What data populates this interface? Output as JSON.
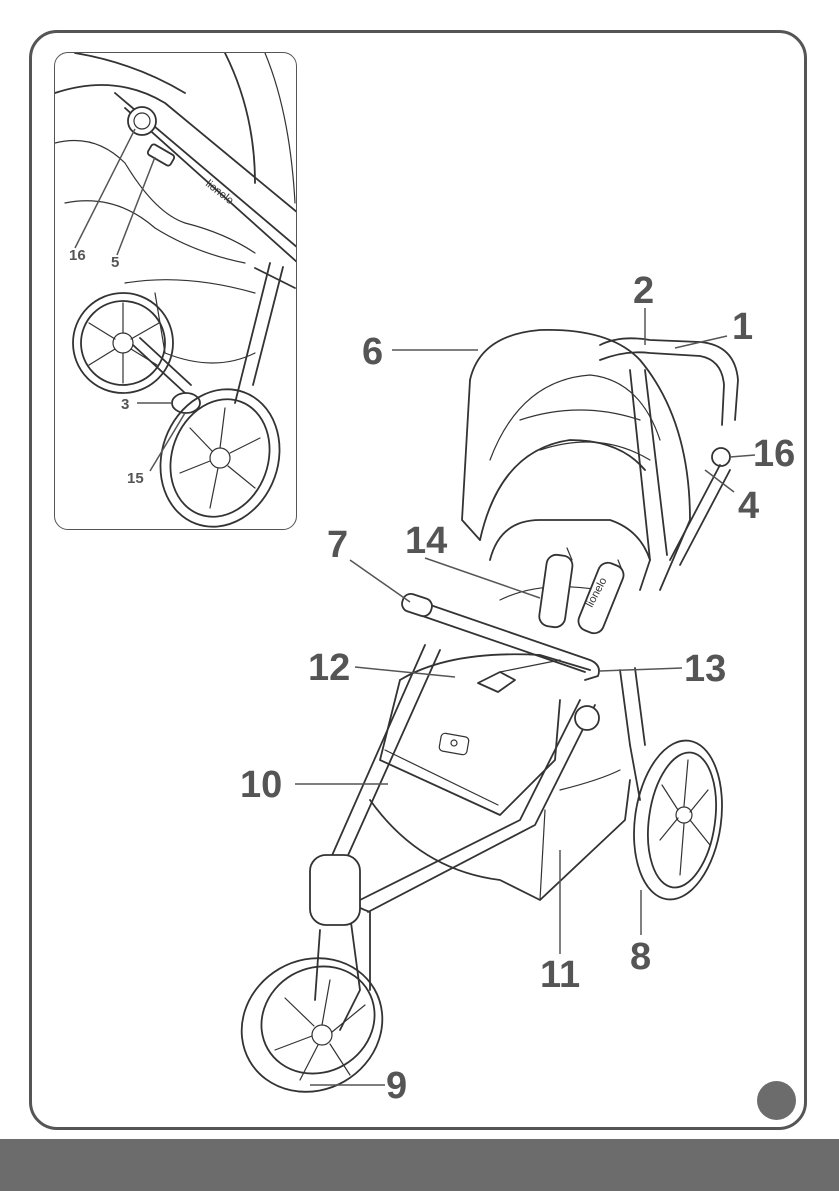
{
  "diagram": {
    "brand_text": "lionelo",
    "callouts_main": [
      {
        "id": "c1",
        "label": "1"
      },
      {
        "id": "c2",
        "label": "2"
      },
      {
        "id": "c4",
        "label": "4"
      },
      {
        "id": "c6",
        "label": "6"
      },
      {
        "id": "c7",
        "label": "7"
      },
      {
        "id": "c8",
        "label": "8"
      },
      {
        "id": "c9",
        "label": "9"
      },
      {
        "id": "c10",
        "label": "10"
      },
      {
        "id": "c11",
        "label": "11"
      },
      {
        "id": "c12",
        "label": "12"
      },
      {
        "id": "c13",
        "label": "13"
      },
      {
        "id": "c14",
        "label": "14"
      },
      {
        "id": "c16",
        "label": "16"
      }
    ],
    "callouts_inset": [
      {
        "id": "i16",
        "label": "16"
      },
      {
        "id": "i5",
        "label": "5"
      },
      {
        "id": "i3",
        "label": "3"
      },
      {
        "id": "i15",
        "label": "15"
      }
    ],
    "colors": {
      "frame": "#555555",
      "footer": "#6c6c6c",
      "line_art": "#333333"
    }
  }
}
